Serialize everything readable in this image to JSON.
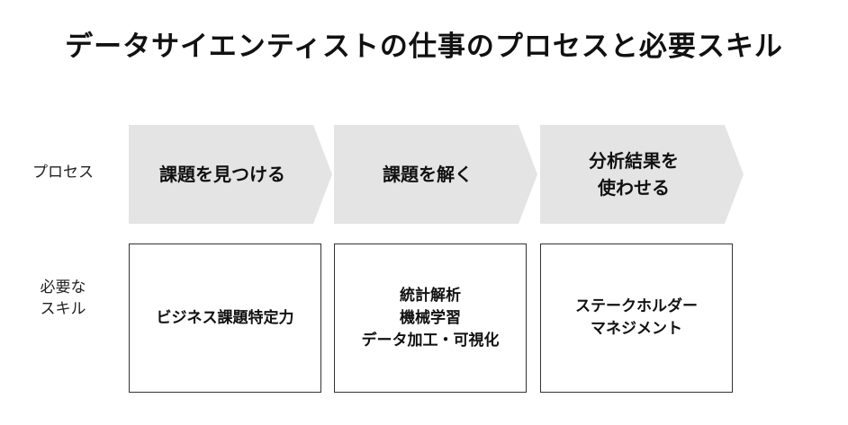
{
  "title": "データサイエンティストの仕事のプロセスと必要スキル",
  "row_labels": {
    "process": "プロセス",
    "skills": "必要な\nスキル"
  },
  "process_steps": [
    {
      "label": "課題を見つける"
    },
    {
      "label": "課題を解く"
    },
    {
      "label": "分析結果を\n使わせる"
    }
  ],
  "skills": [
    {
      "label": "ビジネス課題特定力"
    },
    {
      "label": "統計解析\n機械学習\nデータ加工・可視化"
    },
    {
      "label": "ステークホルダー\nマネジメント"
    }
  ],
  "colors": {
    "chevron_fill": "#e5e4e4",
    "box_border": "#333333",
    "text": "#111111"
  }
}
